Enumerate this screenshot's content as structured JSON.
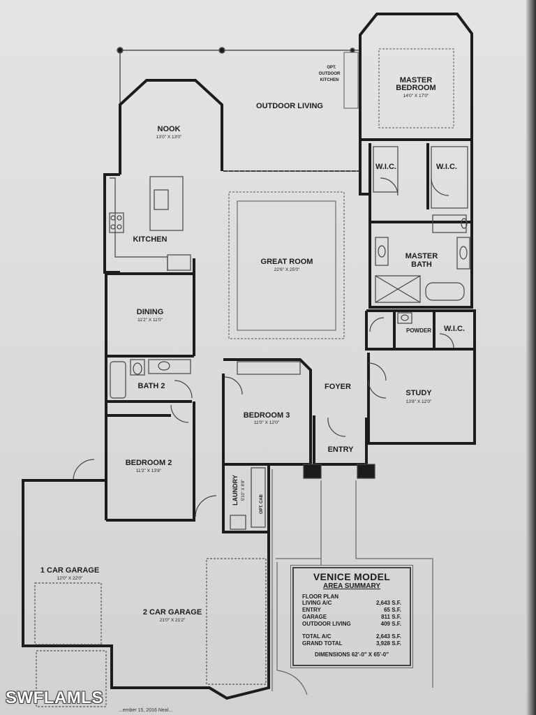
{
  "rooms": {
    "outdoor_living": "OUTDOOR LIVING",
    "opt_outdoor_kitchen": [
      "OPT.",
      "OUTDOOR",
      "KITCHEN"
    ],
    "master_bedroom": {
      "name_1": "MASTER",
      "name_2": "BEDROOM",
      "dims": "14'0\" X 17'0\""
    },
    "nook": {
      "name": "NOOK",
      "dims": "13'0\" X 13'0\""
    },
    "wic_left": "W.I.C.",
    "wic_right": "W.I.C.",
    "kitchen": "KITCHEN",
    "great_room": {
      "name": "GREAT ROOM",
      "dims": "22'6\" X 25'0\""
    },
    "master_bath": {
      "name_1": "MASTER",
      "name_2": "BATH"
    },
    "dining": {
      "name": "DINING",
      "dims": "11'2\" X 11'0\""
    },
    "powder": "POWDER",
    "wic_study": "W.I.C.",
    "bath_2": "BATH 2",
    "foyer": "FOYER",
    "study": {
      "name": "STUDY",
      "dims": "13'8\" X 12'0\""
    },
    "bedroom_3": {
      "name": "BEDROOM 3",
      "dims": "11'0\" X 12'0\""
    },
    "entry": "ENTRY",
    "bedroom_2": {
      "name": "BEDROOM 2",
      "dims": "11'2\" X 13'8\""
    },
    "laundry": {
      "name": "LAUNDRY",
      "dims": "5'10\" X 8'8\""
    },
    "opt_cab": "OPT. CAB",
    "garage_1": {
      "name": "1 CAR GARAGE",
      "dims": "12'0\" X 22'0\""
    },
    "garage_2": {
      "name": "2 CAR GARAGE",
      "dims": "21'0\" X 21'2\""
    }
  },
  "summary": {
    "title": "VENICE MODEL",
    "subtitle": "AREA SUMMARY",
    "heading": "FLOOR PLAN",
    "rows": [
      {
        "label": "LIVING A/C",
        "value": "2,643 S.F."
      },
      {
        "label": "ENTRY",
        "value": "65 S.F."
      },
      {
        "label": "GARAGE",
        "value": "811 S.F."
      },
      {
        "label": "OUTDOOR LIVING",
        "value": "409 S.F."
      }
    ],
    "totals": [
      {
        "label": "TOTAL A/C",
        "value": "2,643 S.F."
      },
      {
        "label": "GRAND TOTAL",
        "value": "3,928 S.F."
      }
    ],
    "dimensions": "DIMENSIONS 62'-0\" X 65'-0\""
  },
  "watermark": "SWFLAMLS",
  "footer_note": "...ember 15, 2016 Neal...",
  "colors": {
    "wall": "#1c1c1c",
    "paper": "#e0e0de",
    "line": "#555555"
  }
}
